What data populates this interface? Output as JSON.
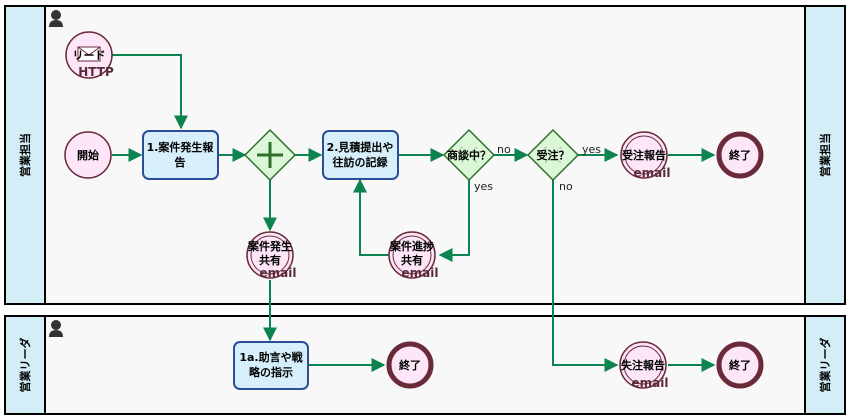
{
  "colors": {
    "flow": "#0d8450",
    "lane_header_bg": "#d4eef8",
    "lane_bg": "#f8f8f8",
    "event_fill": "#fce6f8",
    "event_stroke": "#6a2a3a",
    "task_fill": "#d6effa",
    "task_stroke": "#2a4f98",
    "gateway_fill": "#dcf7d8",
    "gateway_stroke": "#2e6e2e"
  },
  "lanes": [
    {
      "id": "sales-rep",
      "label": "営業担当"
    },
    {
      "id": "sales-leader",
      "label": "営業リーダ"
    }
  ],
  "nodes": {
    "lead": {
      "label": "リード",
      "sub": "HTTP",
      "type": "message-start-event"
    },
    "start": {
      "label": "開始",
      "type": "start-event"
    },
    "task1": {
      "label_lines": [
        "1.案件発生報",
        "告"
      ],
      "type": "task"
    },
    "parallel": {
      "type": "parallel-gateway"
    },
    "task2": {
      "label_lines": [
        "2.見積提出や",
        "往訪の記録"
      ],
      "type": "task"
    },
    "gw_negotiating": {
      "label": "商談中？",
      "type": "exclusive-gateway"
    },
    "gw_ordered": {
      "label": "受注？",
      "type": "exclusive-gateway"
    },
    "order_report": {
      "label": "受注報告",
      "sub": "email",
      "type": "message-throw-event"
    },
    "end1": {
      "label": "終了",
      "type": "end-event"
    },
    "share_new": {
      "label_lines": [
        "案件発生",
        "共有"
      ],
      "sub": "email",
      "type": "message-throw-event"
    },
    "share_progress": {
      "label_lines": [
        "案件進捗",
        "共有"
      ],
      "sub": "email",
      "type": "message-throw-event"
    },
    "task1a": {
      "label_lines": [
        "1a.助言や戦",
        "略の指示"
      ],
      "type": "task"
    },
    "end2": {
      "label": "終了",
      "type": "end-event"
    },
    "lost_report": {
      "label": "失注報告",
      "sub": "email",
      "type": "message-throw-event"
    },
    "end3": {
      "label": "終了",
      "type": "end-event"
    }
  },
  "edge_labels": {
    "negotiating_no": "no",
    "negotiating_yes": "yes",
    "ordered_yes": "yes",
    "ordered_no": "no"
  }
}
